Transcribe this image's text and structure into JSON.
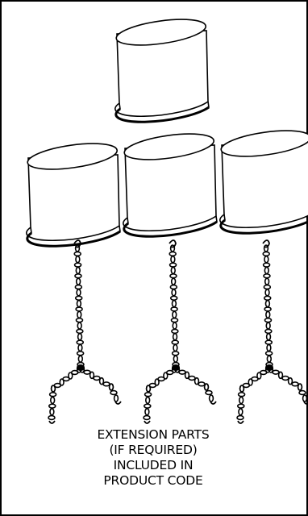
{
  "caption": {
    "lines": [
      "EXTENSION PARTS",
      "(IF REQUIRED)",
      "INCLUDED IN",
      "PRODUCT CODE"
    ]
  },
  "parts": [
    {
      "kind": "drum-extension",
      "label": "spare-drum"
    },
    {
      "kind": "drum-extension",
      "label": "drum-left"
    },
    {
      "kind": "drum-extension",
      "label": "drum-middle"
    },
    {
      "kind": "drum-extension",
      "label": "drum-right"
    },
    {
      "kind": "chain-sling",
      "label": "chain-left"
    },
    {
      "kind": "chain-sling",
      "label": "chain-middle"
    },
    {
      "kind": "chain-sling",
      "label": "chain-right"
    }
  ]
}
